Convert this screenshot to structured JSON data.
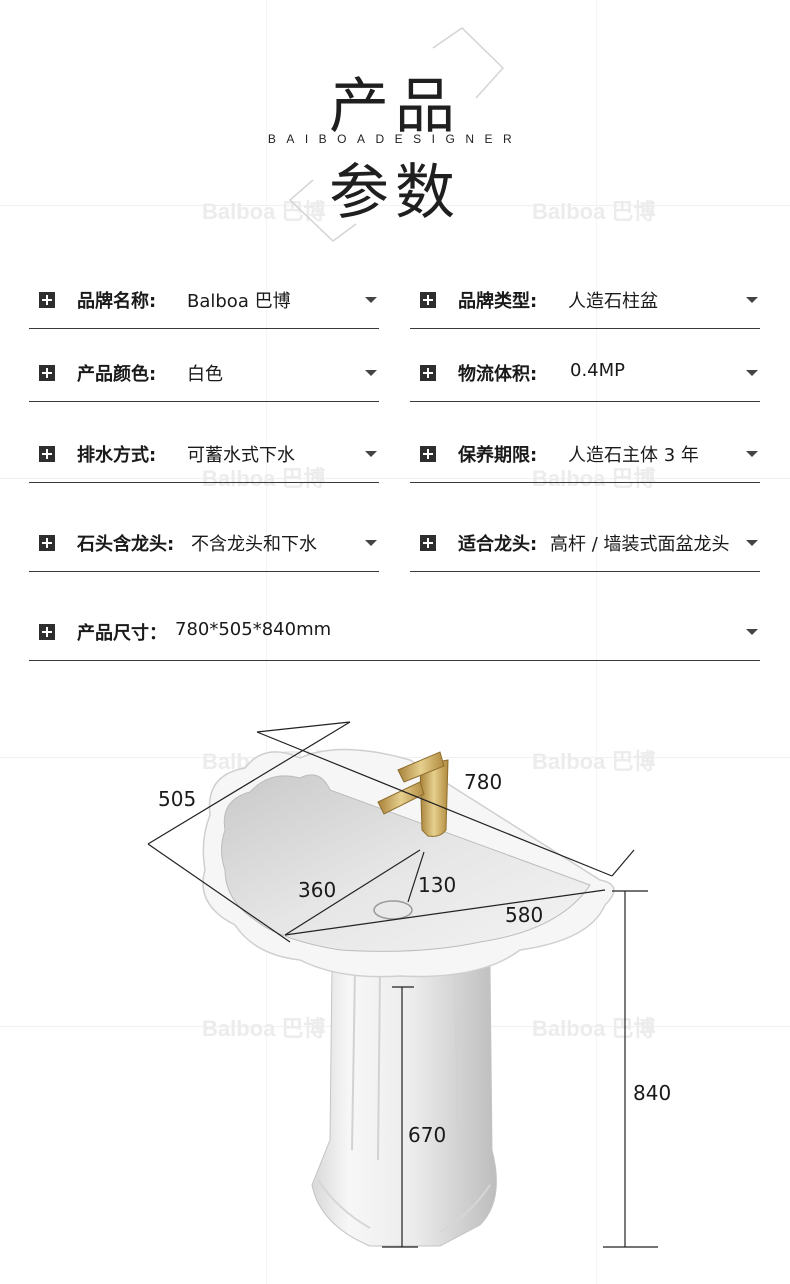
{
  "header": {
    "title_top": "产品",
    "subtitle": "BAIBOADESIGNER",
    "title_bottom": "参数"
  },
  "watermark": "Balboa 巴博",
  "specs": [
    {
      "icon": "plus-icon",
      "label": "品牌名称:",
      "value": "Balboa 巴博"
    },
    {
      "icon": "plus-icon",
      "label": "品牌类型:",
      "value": "人造石柱盆"
    },
    {
      "icon": "plus-icon",
      "label": "产品颜色:",
      "value": "白色"
    },
    {
      "icon": "plus-icon",
      "label": "物流体积:",
      "value": "0.4MP"
    },
    {
      "icon": "plus-icon",
      "label": "排水方式:",
      "value": "可蓄水式下水"
    },
    {
      "icon": "plus-icon",
      "label": "保养期限:",
      "value": "人造石主体 3 年"
    },
    {
      "icon": "plus-icon",
      "label": "石头含龙头:",
      "value": "不含龙头和下水"
    },
    {
      "icon": "plus-icon",
      "label": "适合龙头:",
      "value": "高杆 / 墙装式面盆龙头"
    },
    {
      "icon": "plus-icon",
      "label": "产品尺寸：",
      "value": "780*505*840mm"
    }
  ],
  "dimensions": {
    "width": "780",
    "depth": "505",
    "bowl_diagonal": "360",
    "drain_offset": "130",
    "bowl_width": "580",
    "total_height": "840",
    "pedestal_height": "670"
  },
  "colors": {
    "text": "#1a1a1a",
    "rule": "#3a3a3a",
    "faucet": "#c9a24f"
  }
}
